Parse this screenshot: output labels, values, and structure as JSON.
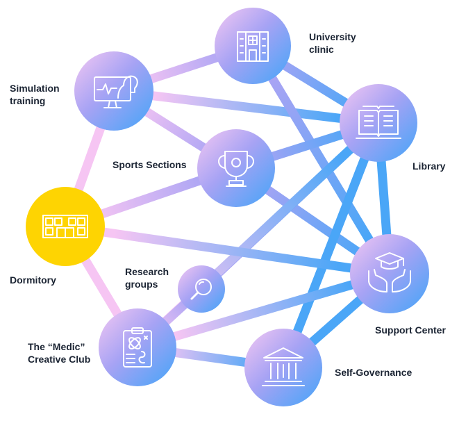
{
  "nodes": [
    {
      "id": "university-clinic",
      "label": "University\nclinic",
      "icon": "hospital-icon"
    },
    {
      "id": "simulation-training",
      "label": "Simulation\ntraining",
      "icon": "monitor-head-icon"
    },
    {
      "id": "library",
      "label": "Library",
      "icon": "book-icon"
    },
    {
      "id": "sports-sections",
      "label": "Sports Sections",
      "icon": "trophy-icon"
    },
    {
      "id": "dormitory",
      "label": "Dormitory",
      "icon": "building-icon"
    },
    {
      "id": "research-groups",
      "label": "Research\ngroups",
      "icon": "magnifier-icon"
    },
    {
      "id": "support-center",
      "label": "Support Center",
      "icon": "graduation-hands-icon"
    },
    {
      "id": "creative-club",
      "label": "The “Medic”\nCreative Club",
      "icon": "clipboard-icon"
    },
    {
      "id": "self-governance",
      "label": "Self-Governance",
      "icon": "institution-icon"
    }
  ],
  "edges": [
    [
      "simulation-training",
      "university-clinic"
    ],
    [
      "simulation-training",
      "library"
    ],
    [
      "simulation-training",
      "sports-sections"
    ],
    [
      "simulation-training",
      "dormitory"
    ],
    [
      "university-clinic",
      "library"
    ],
    [
      "university-clinic",
      "support-center"
    ],
    [
      "sports-sections",
      "library"
    ],
    [
      "sports-sections",
      "dormitory"
    ],
    [
      "sports-sections",
      "support-center"
    ],
    [
      "library",
      "support-center"
    ],
    [
      "library",
      "research-groups"
    ],
    [
      "library",
      "creative-club"
    ],
    [
      "library",
      "self-governance"
    ],
    [
      "dormitory",
      "support-center"
    ],
    [
      "dormitory",
      "creative-club"
    ],
    [
      "research-groups",
      "creative-club"
    ],
    [
      "creative-club",
      "support-center"
    ],
    [
      "creative-club",
      "self-governance"
    ],
    [
      "self-governance",
      "support-center"
    ]
  ],
  "colors": {
    "pink": "#f6c5f3",
    "violet": "#a8a4f4",
    "blue": "#4aa6f7",
    "dormitory_fill": "#fed402",
    "label_text": "#1b2433"
  }
}
